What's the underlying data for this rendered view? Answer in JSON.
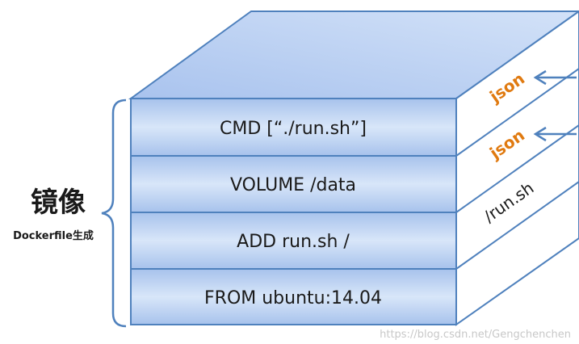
{
  "diagram": {
    "label_main": "镜像",
    "label_sub": "Dockerfile生成",
    "layers": [
      {
        "text": "CMD [“./run.sh”]"
      },
      {
        "text": "VOLUME /data"
      },
      {
        "text": "ADD run.sh /"
      },
      {
        "text": "FROM ubuntu:14.04"
      }
    ],
    "side_labels": [
      {
        "text": "json",
        "color": "#e07a10"
      },
      {
        "text": "json",
        "color": "#e07a10"
      },
      {
        "text": "/run.sh",
        "color": "#1a1a1a"
      }
    ],
    "watermark": "https://blog.csdn.net/Gengchenchen"
  },
  "colors": {
    "front_face": "#a9c4ee",
    "front_face_light": "#d6e4f8",
    "top_face": "#bcd2f3",
    "right_face": "#ffffff",
    "edge": "#4f81bd",
    "json_text": "#e07a10"
  },
  "icons": {
    "bracket": "left-curly-brace",
    "arrow": "arrow-left"
  }
}
